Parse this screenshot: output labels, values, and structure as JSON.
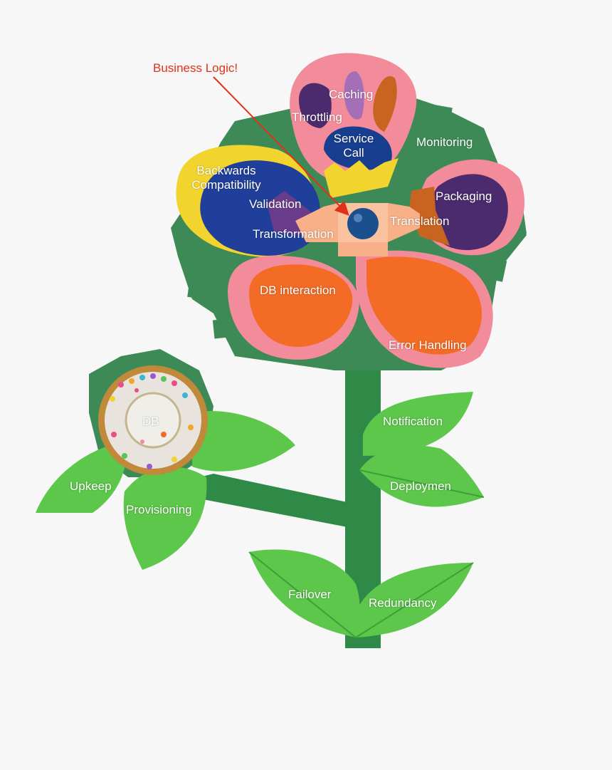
{
  "callout": {
    "text": "Business Logic!",
    "color": "#e0321a"
  },
  "flower": {
    "caching": "Caching",
    "throttling": "Throttling",
    "service_call_1": "Service",
    "service_call_2": "Call",
    "monitoring": "Monitoring",
    "backwards_1": "Backwards",
    "backwards_2": "Compatibility",
    "validation": "Validation",
    "packaging": "Packaging",
    "translation": "Translation",
    "transformation": "Transformation",
    "db_interaction": "DB interaction",
    "error_handling": "Error Handling"
  },
  "leaves": {
    "notification": "Notification",
    "deployment": "Deploymen",
    "failover": "Failover",
    "redundancy": "Redundancy"
  },
  "db_flower": {
    "db": "DB",
    "upkeep": "Upkeep",
    "provisioning": "Provisioning"
  },
  "colors": {
    "pink": "#f28b9a",
    "yellow": "#f2d42e",
    "navy": "#1f3f9a",
    "purple": "#4b2a6e",
    "orange": "#f36b24",
    "peach": "#f7b088",
    "leaf": "#5cc74a",
    "stem": "#2f8a47",
    "tile": "#3e8a57"
  }
}
